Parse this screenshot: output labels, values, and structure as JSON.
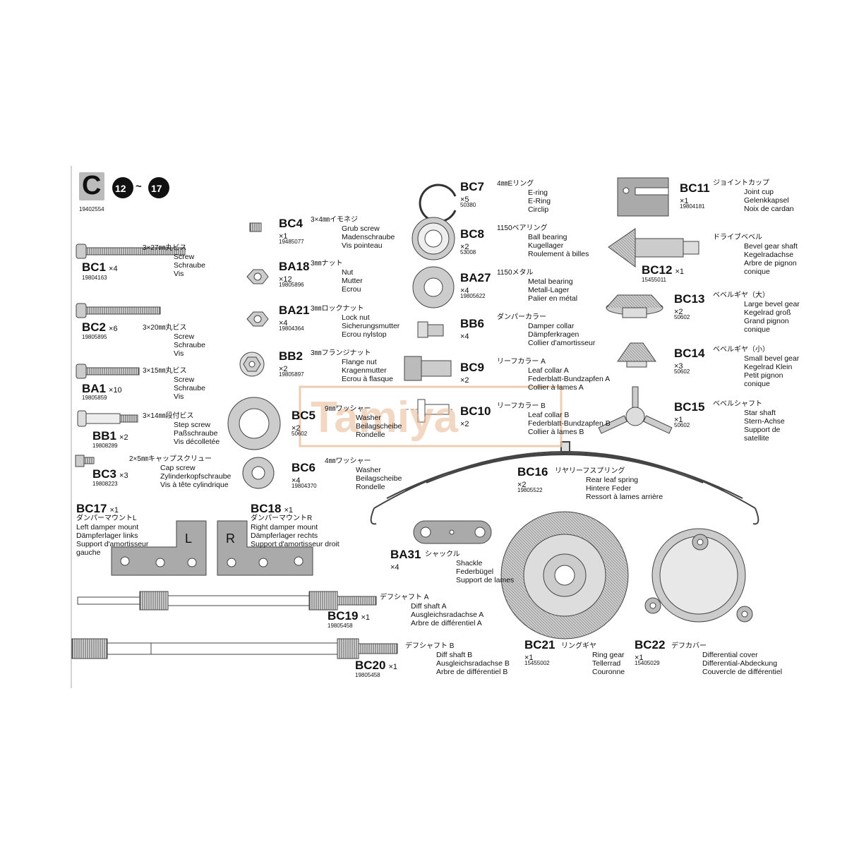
{
  "header": {
    "letter": "C",
    "step_from": "12",
    "tilde": "~",
    "step_to": "17",
    "part_number": "19402554"
  },
  "watermark": "Tamiya",
  "parts": [
    {
      "id": "BC1",
      "code": "BC1",
      "qty": "×4",
      "pn": "19804163",
      "lines": [
        "3×27㎜丸ビス",
        "Screw",
        "Schraube",
        "Vis"
      ]
    },
    {
      "id": "BC2",
      "code": "BC2",
      "qty": "×6",
      "pn": "19805895",
      "lines": [
        "3×20㎜丸ビス",
        "Screw",
        "Schraube",
        "Vis"
      ]
    },
    {
      "id": "BA1",
      "code": "BA1",
      "qty": "×10",
      "pn": "19805859",
      "lines": [
        "3×15㎜丸ビス",
        "Screw",
        "Schraube",
        "Vis"
      ]
    },
    {
      "id": "BB1",
      "code": "BB1",
      "qty": "×2",
      "pn": "19808289",
      "lines": [
        "3×14㎜段付ビス",
        "Step screw",
        "Paßschraube",
        "Vis décolletée"
      ]
    },
    {
      "id": "BC3",
      "code": "BC3",
      "qty": "×3",
      "pn": "19808223",
      "lines": [
        "2×5㎜キャップスクリュー",
        "Cap screw",
        "Zylinderkopfschraube",
        "Vis à tête cylindrique"
      ]
    },
    {
      "id": "BC4",
      "code": "BC4",
      "qty": "×1",
      "pn": "19485077",
      "lines": [
        "3×4㎜イモネジ",
        "Grub screw",
        "Madenschraube",
        "Vis pointeau"
      ]
    },
    {
      "id": "BA18",
      "code": "BA18",
      "qty": "×12",
      "pn": "19805896",
      "lines": [
        "3㎜ナット",
        "Nut",
        "Mutter",
        "Ecrou"
      ]
    },
    {
      "id": "BA21",
      "code": "BA21",
      "qty": "×4",
      "pn": "19804364",
      "lines": [
        "3㎜ロックナット",
        "Lock nut",
        "Sicherungsmutter",
        "Ecrou nylstop"
      ]
    },
    {
      "id": "BB2",
      "code": "BB2",
      "qty": "×2",
      "pn": "19805897",
      "lines": [
        "3㎜フランジナット",
        "Flange nut",
        "Kragenmutter",
        "Ecrou à flasque"
      ]
    },
    {
      "id": "BC5",
      "code": "BC5",
      "qty": "×2",
      "pn": "50602",
      "lines": [
        "9㎜ワッシャー",
        "Washer",
        "Beilagscheibe",
        "Rondelle"
      ]
    },
    {
      "id": "BC6",
      "code": "BC6",
      "qty": "×4",
      "pn": "19804370",
      "lines": [
        "4㎜ワッシャー",
        "Washer",
        "Beilagscheibe",
        "Rondelle"
      ]
    },
    {
      "id": "BC7",
      "code": "BC7",
      "qty": "×5",
      "pn": "50380",
      "lines": [
        "4㎜Eリング",
        "E-ring",
        "E-Ring",
        "Circlip"
      ]
    },
    {
      "id": "BC8",
      "code": "BC8",
      "qty": "×2",
      "pn": "53008",
      "lines": [
        "1150ベアリング",
        "Ball bearing",
        "Kugellager",
        "Roulement à billes"
      ]
    },
    {
      "id": "BA27",
      "code": "BA27",
      "qty": "×4",
      "pn": "19805622",
      "lines": [
        "1150メタル",
        "Metal bearing",
        "Metall-Lager",
        "Palier en métal"
      ]
    },
    {
      "id": "BB6",
      "code": "BB6",
      "qty": "×4",
      "pn": "",
      "lines": [
        "ダンパーカラー",
        "Damper collar",
        "Dämpferkragen",
        "Collier d'amortisseur"
      ]
    },
    {
      "id": "BC9",
      "code": "BC9",
      "qty": "×2",
      "pn": "",
      "lines": [
        "リーフカラー A",
        "Leaf collar A",
        "Federblatt-Bundzapfen A",
        "Collier à lames A"
      ]
    },
    {
      "id": "BC10",
      "code": "BC10",
      "qty": "×2",
      "pn": "",
      "lines": [
        "リーフカラー B",
        "Leaf collar B",
        "Federblatt-Bundzapfen B",
        "Collier à lames B"
      ]
    },
    {
      "id": "BC11",
      "code": "BC11",
      "qty": "×1",
      "pn": "19804181",
      "lines": [
        "ジョイントカップ",
        "Joint cup",
        "Gelenkkapsel",
        "Noix de cardan"
      ]
    },
    {
      "id": "BC12",
      "code": "BC12",
      "qty": "×1",
      "pn": "15455011",
      "lines": [
        "ドライブベベル",
        "Bevel gear shaft",
        "Kegelradachse",
        "Arbre de pignon",
        "conique"
      ]
    },
    {
      "id": "BC13",
      "code": "BC13",
      "qty": "×2",
      "pn": "50602",
      "lines": [
        "ベベルギヤ（大）",
        "Large bevel gear",
        "Kegelrad groß",
        "Grand pignon",
        "conique"
      ]
    },
    {
      "id": "BC14",
      "code": "BC14",
      "qty": "×3",
      "pn": "50602",
      "lines": [
        "ベベルギヤ（小）",
        "Small bevel gear",
        "Kegelrad Klein",
        "Petit pignon",
        "conique"
      ]
    },
    {
      "id": "BC15",
      "code": "BC15",
      "qty": "×1",
      "pn": "50602",
      "lines": [
        "ベベルシャフト",
        "Star shaft",
        "Stern-Achse",
        "Support de",
        "satellite"
      ]
    },
    {
      "id": "BC16",
      "code": "BC16",
      "qty": "×2",
      "pn": "19805522",
      "lines": [
        "リヤリーフスプリング",
        "Rear leaf spring",
        "Hintere Feder",
        "Ressort à lames arrière"
      ]
    },
    {
      "id": "BC17",
      "code": "BC17",
      "qty": "×1",
      "pn": "",
      "lines": [
        "ダンパーマウントL",
        "Left damper mount",
        "Dämpferlager links",
        "Support d'amortisseur",
        "gauche"
      ]
    },
    {
      "id": "BC18",
      "code": "BC18",
      "qty": "×1",
      "pn": "",
      "lines": [
        "ダンパーマウントR",
        "Right damper mount",
        "Dämpferlager rechts",
        "Support d'amortisseur droit"
      ]
    },
    {
      "id": "BA31",
      "code": "BA31",
      "qty": "×4",
      "pn": "",
      "lines": [
        "シャックル",
        "Shackle",
        "Federbügel",
        "Support de lames"
      ]
    },
    {
      "id": "BC19",
      "code": "BC19",
      "qty": "×1",
      "pn": "19805458",
      "lines": [
        "デフシャフト A",
        "Diff shaft A",
        "Ausgleichsradachse A",
        "Arbre de différentiel A"
      ]
    },
    {
      "id": "BC20",
      "code": "BC20",
      "qty": "×1",
      "pn": "19805458",
      "lines": [
        "デフシャフト B",
        "Diff shaft B",
        "Ausgleichsradachse B",
        "Arbre de différentiel B"
      ]
    },
    {
      "id": "BC21",
      "code": "BC21",
      "qty": "×1",
      "pn": "15455002",
      "lines": [
        "リングギヤ",
        "Ring gear",
        "Tellerrad",
        "Couronne"
      ]
    },
    {
      "id": "BC22",
      "code": "BC22",
      "qty": "×1",
      "pn": "15405029",
      "lines": [
        "デフカバー",
        "Differential cover",
        "Differential-Abdeckung",
        "Couvercle de différentiel"
      ]
    }
  ],
  "mount_labels": {
    "left": "L",
    "right": "R"
  }
}
